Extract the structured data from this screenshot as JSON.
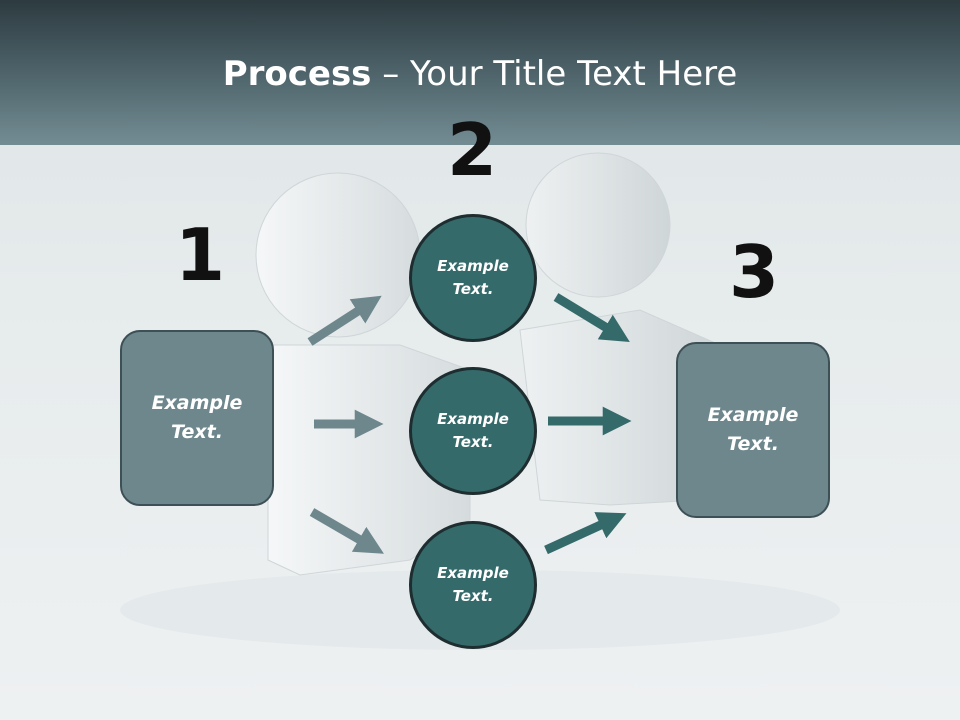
{
  "title": {
    "bold": "Process",
    "rest": " – Your Title Text Here"
  },
  "numbers": {
    "n1": "1",
    "n2": "2",
    "n3": "3"
  },
  "boxes": {
    "left": "Example Text.",
    "right": "Example Text."
  },
  "circles": {
    "top": "Example Text.",
    "middle": "Example Text.",
    "bottom": "Example Text."
  },
  "colors": {
    "box": "#6e878d",
    "circle": "#356a6b",
    "arrow_left": "#6e878d",
    "arrow_right": "#356a6b",
    "header": "#4a5f66"
  }
}
